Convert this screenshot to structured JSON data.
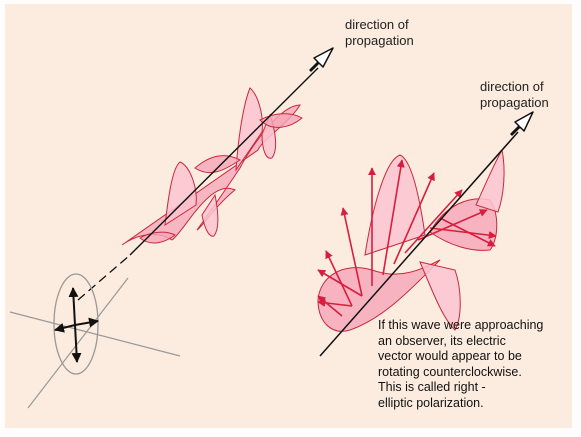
{
  "labels": {
    "direction_1_line1": "direction of",
    "direction_1_line2": "propagation",
    "direction_2_line1": "direction of",
    "direction_2_line2": "propagation"
  },
  "caption": {
    "lines": [
      "If this wave were approaching",
      "an observer, its electric",
      "vector would appear to be",
      "rotating counterclockwise.",
      "This is called right -",
      "elliptic polarization."
    ]
  },
  "colors": {
    "background": "#fbecdf",
    "wave_fill": "#f6a6b8",
    "wave_stroke": "#c8283d",
    "arrow": "#d81e3f",
    "axis": "#111111",
    "guide": "#999999"
  }
}
